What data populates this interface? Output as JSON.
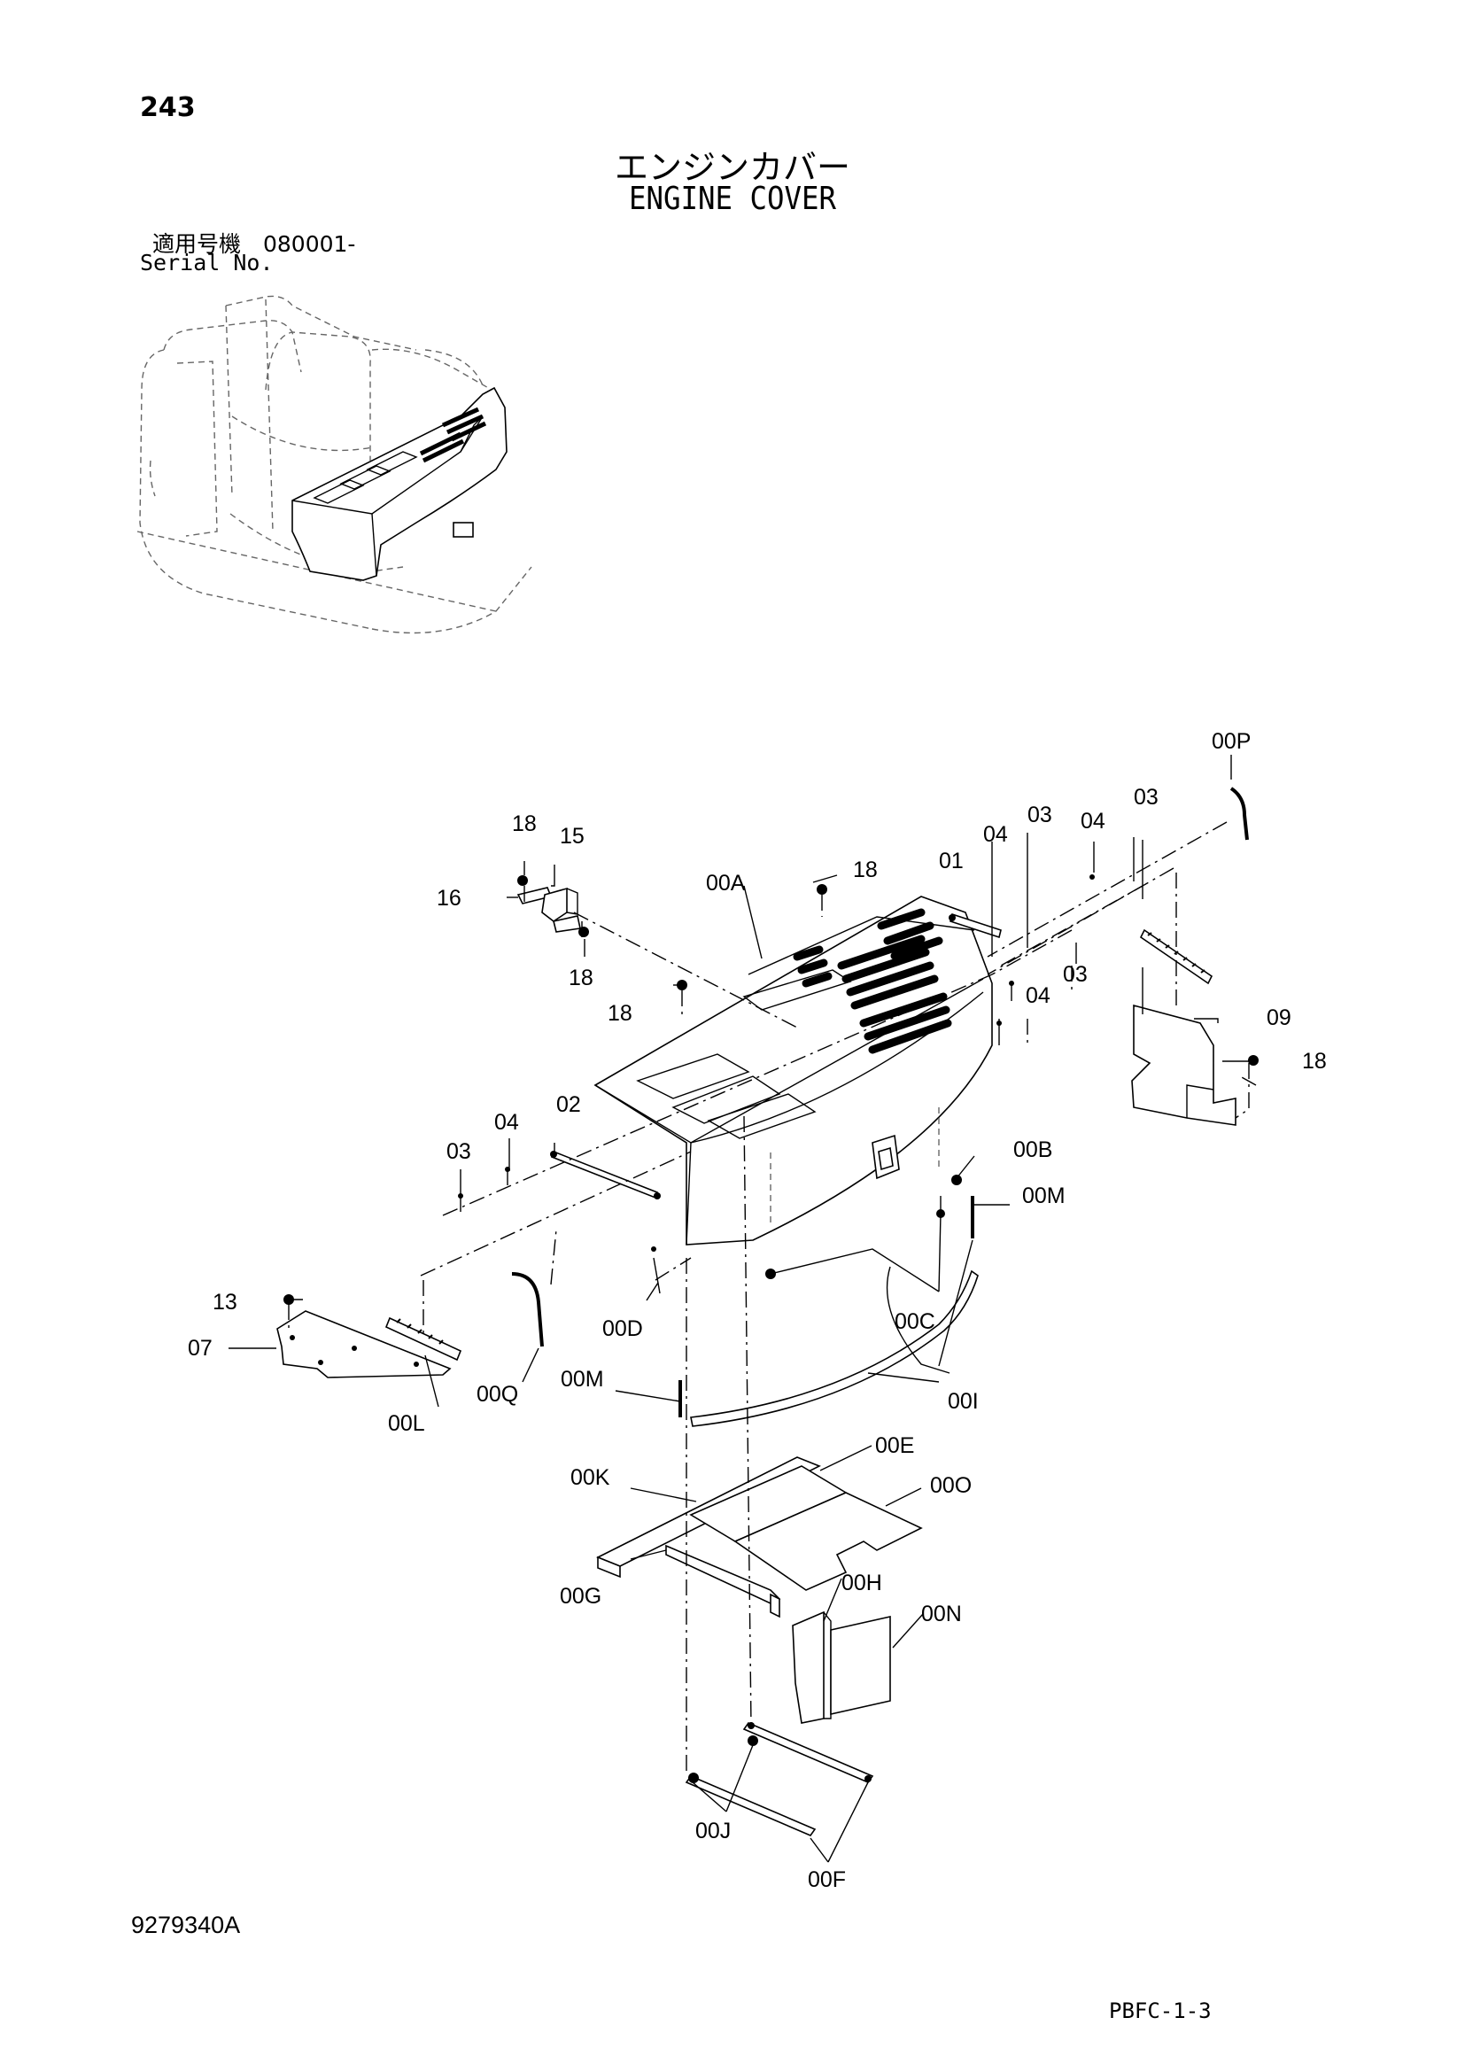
{
  "header": {
    "page_number": "243",
    "title_jp": "エンジンカバー",
    "title_en": "ENGINE COVER",
    "serial_label_jp": "適用号機　080001-",
    "serial_label_en": "Serial No."
  },
  "footer": {
    "document_number": "9279340A",
    "page_reference": "PBFC-1-3"
  },
  "callouts": {
    "c00P": "00P",
    "c03a": "03",
    "c03b": "03",
    "c04a": "04",
    "c04b": "04",
    "c01": "01",
    "c18a": "18",
    "c15": "15",
    "c00A": "00A",
    "c18b": "18",
    "c16": "16",
    "c18c": "18",
    "c18d": "18",
    "c09": "09",
    "c18e": "18",
    "c04c": "04",
    "c03c": "03",
    "c02": "02",
    "c04d": "04",
    "c03d": "03",
    "c00B": "00B",
    "c00M1": "00M",
    "c13": "13",
    "c07": "07",
    "c00D": "00D",
    "c00C": "00C",
    "c00L": "00L",
    "c00Q": "00Q",
    "c00M2": "00M",
    "c00I": "00I",
    "c00K": "00K",
    "c00E": "00E",
    "c00O": "00O",
    "c00G": "00G",
    "c00H": "00H",
    "c00N": "00N",
    "c00J": "00J",
    "c00F": "00F"
  }
}
